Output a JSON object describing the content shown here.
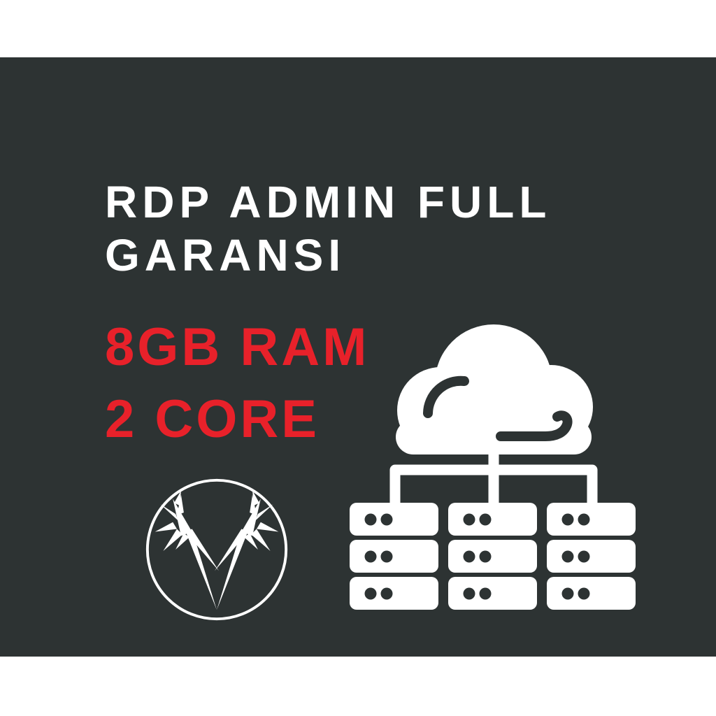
{
  "banner": {
    "title_lines": [
      "RDP ADMIN FULL",
      "GARANSI"
    ],
    "specs": [
      "8GB RAM",
      "2 CORE"
    ],
    "colors": {
      "page_background": "#ffffff",
      "panel_background": "#2d3333",
      "title_text": "#ffffff",
      "spec_text": "#e8212a",
      "artwork_white": "#ffffff"
    },
    "icons": {
      "logo": "antler-circle-logo-icon",
      "illustration": "cloud-server-network-icon"
    }
  }
}
